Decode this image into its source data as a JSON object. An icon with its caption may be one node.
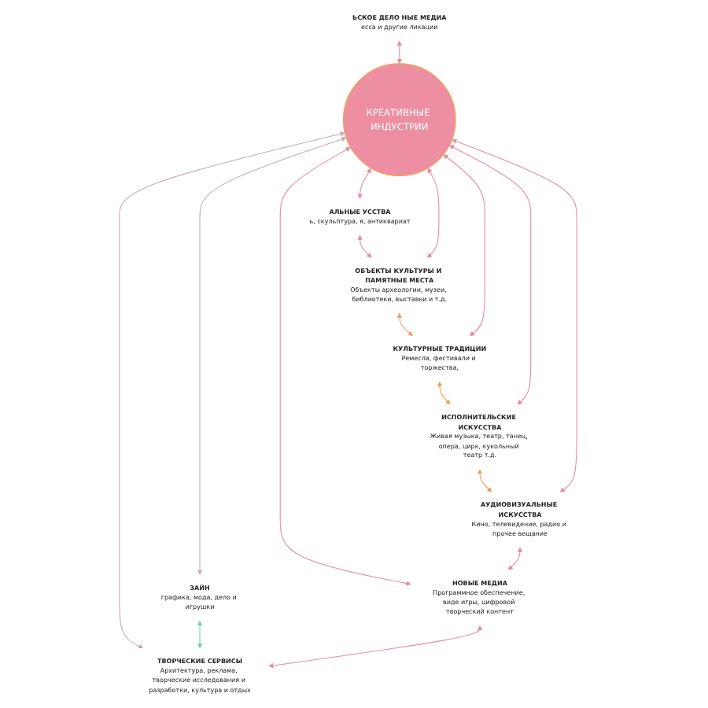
{
  "diagram": {
    "nodes": [
      {
        "text": [
          "ОБЪЕКТЫ КУЛЬТУРЫ И ПАМЯТНЫЕ МЕСТА",
          "Объекты археологии, музеи, библиотеки, выставки и т.д."
        ]
      },
      {
        "text": [
          "КУЛЬТУРНЫЕ ТРАДИЦИИ",
          "Ремесла, фестивали и торжества,"
        ]
      },
      {
        "text": [
          "АЛЬНЫЕ УССТВА",
          "ь, скульптура, я, антиквариат"
        ]
      },
      {
        "text": [
          "ИСПОЛНИТЕЛЬСКИЕ ИСКУССТВА",
          "Живая музыка, театр, танец, опера, цирк, кукольный театр т.д."
        ]
      },
      {
        "text": [
          "ЬСКОЕ ДЕЛО НЫЕ МЕДИА",
          "есса и другие ликации"
        ]
      },
      {
        "text": [
          "КРЕАТИВНЫЕ ИНДУСТРИИ"
        ]
      },
      {
        "text": [
          "АУДИОВИЗУАЛЬНЫЕ ИСКУССТВА",
          "Кино, телевидение, радио и прочее вещание"
        ]
      },
      {
        "text": [
          "ЗАЙН",
          "графика, мода, дело и игрушки"
        ]
      },
      {
        "text": [
          "НОВЫЕ МЕДИА",
          "Программное обеспечение, виде игры, цифровой творческий контент"
        ]
      },
      {
        "text": [
          "ТВОРЧЕСКИЕ СЕРВИСЫ",
          "Архитектура, реклама, творческие исследования и разработки, культура и отдых"
        ]
      }
    ],
    "edges": [
      {
        "from": 0,
        "to": 1,
        "arrow": "both",
        "color": "#f0a070"
      },
      {
        "from": 1,
        "to": 3,
        "arrow": "both",
        "color": "#eda050"
      },
      {
        "from": 2,
        "to": 0,
        "arrow": "both"
      },
      {
        "from": 5,
        "to": 0,
        "arrow": "both"
      },
      {
        "from": 5,
        "to": 1,
        "arrow": "both"
      },
      {
        "from": 5,
        "to": 2,
        "arrow": "both"
      },
      {
        "from": 5,
        "to": 3,
        "arrow": "both"
      },
      {
        "from": 3,
        "to": 6,
        "arrow": "both",
        "color": "#eda050"
      },
      {
        "from": 4,
        "to": 5,
        "arrow": "both"
      },
      {
        "from": 5,
        "to": 6,
        "arrow": "both"
      },
      {
        "from": 5,
        "to": 7,
        "arrow": "both",
        "color": "#c8a8b8"
      },
      {
        "from": 5,
        "to": 8,
        "arrow": "both"
      },
      {
        "from": 6,
        "to": 8,
        "arrow": "both"
      },
      {
        "from": 5,
        "to": 9,
        "arrow": "both",
        "color": "#c8a8b8"
      },
      {
        "from": 7,
        "to": 9,
        "arrow": "both",
        "color": "#7cc8c8"
      },
      {
        "from": 8,
        "to": 9,
        "arrow": "both"
      }
    ]
  }
}
